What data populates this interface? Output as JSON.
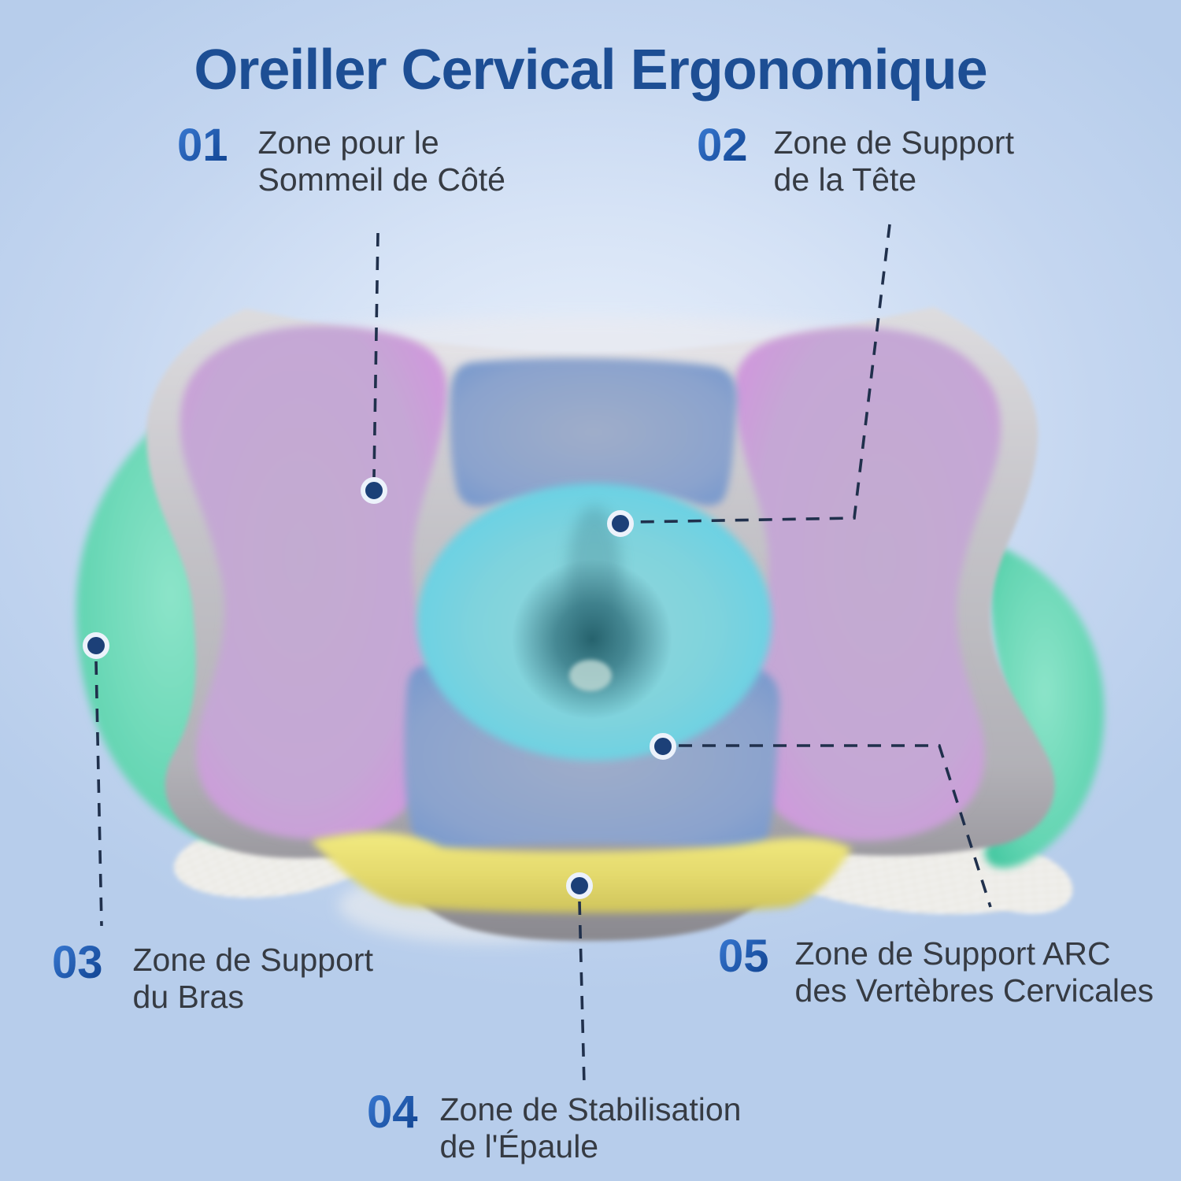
{
  "title": "Oreiller Cervical Ergonomique",
  "annotations": [
    {
      "num": "01",
      "line1": "Zone pour le",
      "line2": "Sommeil de Côté",
      "zone": "side-sleep-zone"
    },
    {
      "num": "02",
      "line1": "Zone de Support",
      "line2": "de la Tête",
      "zone": "head-support-zone"
    },
    {
      "num": "03",
      "line1": "Zone de Support",
      "line2": "du Bras",
      "zone": "arm-support-zone"
    },
    {
      "num": "04",
      "line1": "Zone de Stabilisation",
      "line2": "de l'Épaule",
      "zone": "shoulder-stabilization-zone"
    },
    {
      "num": "05",
      "line1": "Zone de Support ARC",
      "line2": "des Vertèbres Cervicales",
      "zone": "cervical-vertebrae-arc-zone"
    }
  ],
  "colors": {
    "background": "#c6d7f0",
    "title_blue": "#1d4e94",
    "number_blue": "#1457ac",
    "label_text": "#363b43",
    "leader_line": "#20304c",
    "marker_dot": "#1c4078",
    "zone_side_sleep_purple": "#c9a6da",
    "zone_head_support_cyan": "#6fd2e2",
    "zone_arm_support_teal": "#55cfab",
    "zone_cervical_blue": "#7e9dd1",
    "zone_shoulder_yellow": "#e8df6e",
    "pillow_gray": "#bfbec4",
    "pillow_white": "#f3f2ef"
  }
}
